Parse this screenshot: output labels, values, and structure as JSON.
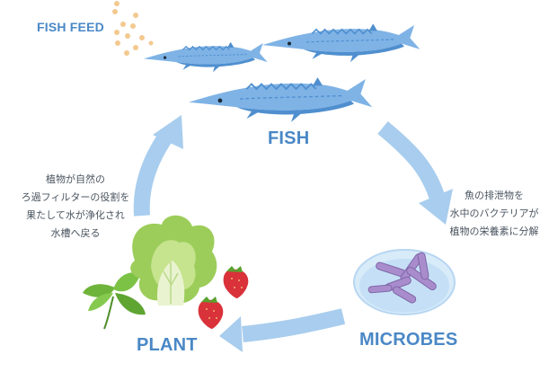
{
  "labels": {
    "fish_feed": "FISH FEED",
    "fish": "FISH",
    "microbes": "MICROBES",
    "plant": "PLANT"
  },
  "notes": {
    "left": [
      "植物が自然の",
      "ろ過フィルターの役割を",
      "果たして水が浄化され",
      "水槽へ戻る"
    ],
    "right": [
      "魚の排泄物を",
      "水中のバクテリアが",
      "植物の栄養素に分解"
    ]
  },
  "colors": {
    "label_blue": "#4a88c6",
    "arrow_blue": "#a8cdee",
    "fish_body": "#7fb3e6",
    "fish_dark": "#4f8fcf",
    "feed_dots": "#f3c98f",
    "microbe_dish": "#d8ebf9",
    "microbe_rods": "#a98ccc",
    "leaf_green": "#7bbd3e",
    "strawberry_red": "#d9323a"
  },
  "icons": [
    "fish-feed-dots",
    "fish-icon",
    "microbes-dish-icon",
    "lettuce-icon",
    "basil-icon",
    "strawberry-icon",
    "cycle-arrow"
  ]
}
